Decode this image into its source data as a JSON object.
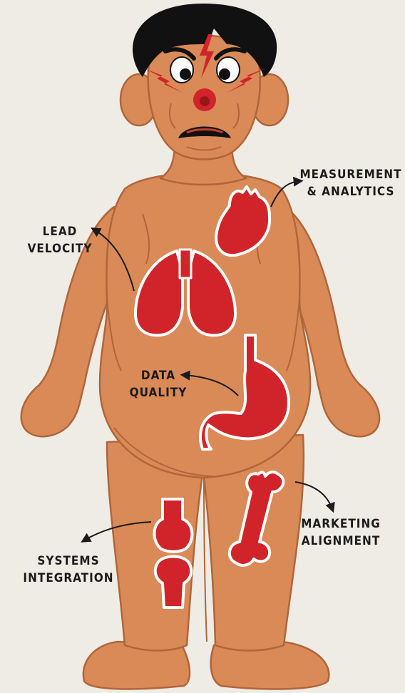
{
  "colors": {
    "background": "#efece6",
    "skin": "#d98a57",
    "skin_outline": "#b0653a",
    "organ": "#d0242a",
    "hair": "#111111",
    "text": "#1b1b1b"
  },
  "labels": {
    "measurement": [
      "MEASUREMENT",
      "& ANALYTICS"
    ],
    "lead": [
      "LEAD",
      "VELOCITY"
    ],
    "data": [
      "DATA",
      "QUALITY"
    ],
    "marketing": [
      "MARKETING",
      "ALIGNMENT"
    ],
    "systems": [
      "SYSTEMS",
      "INTEGRATION"
    ]
  }
}
